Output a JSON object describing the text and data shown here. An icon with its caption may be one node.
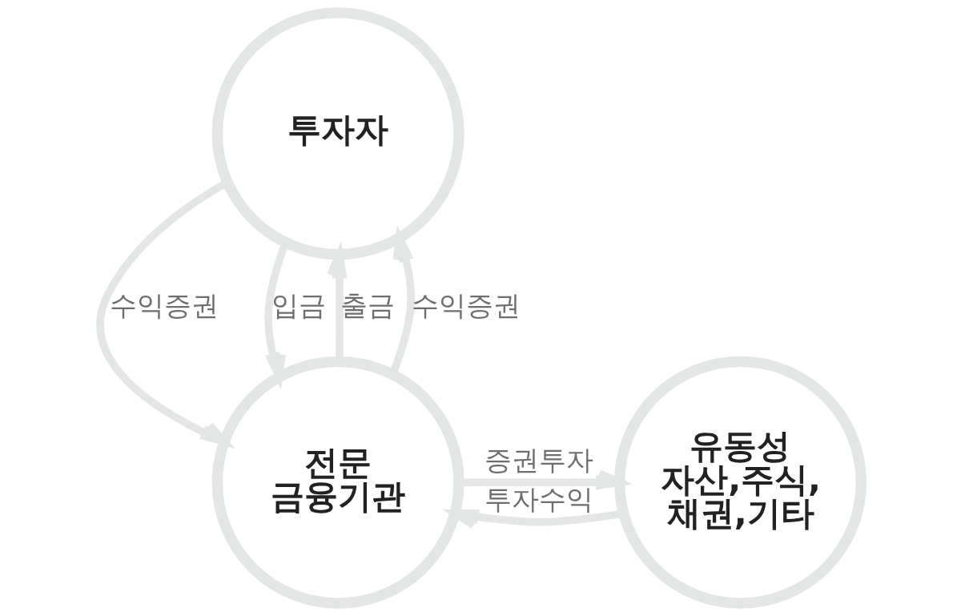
{
  "diagram": {
    "nodes": [
      {
        "text": [
          "투자자"
        ]
      },
      {
        "text": [
          "전문 금융기관"
        ]
      },
      {
        "text": [
          "유동성 자산,주식, 채권,기타"
        ]
      }
    ],
    "edges": [
      {
        "from": 1,
        "to": 0,
        "arrow": "to",
        "label": "출금"
      },
      {
        "from": 0,
        "to": 1,
        "arrow": "to",
        "label": "수익증권"
      },
      {
        "from": 1,
        "to": 0,
        "arrow": "to",
        "label": "수익증권"
      },
      {
        "from": 0,
        "to": 1,
        "arrow": "to",
        "label": "입금"
      },
      {
        "from": 1,
        "to": 2,
        "arrow": "to",
        "label": "증권투자"
      },
      {
        "from": 2,
        "to": 1,
        "arrow": "to",
        "label": "투자수익"
      }
    ]
  }
}
